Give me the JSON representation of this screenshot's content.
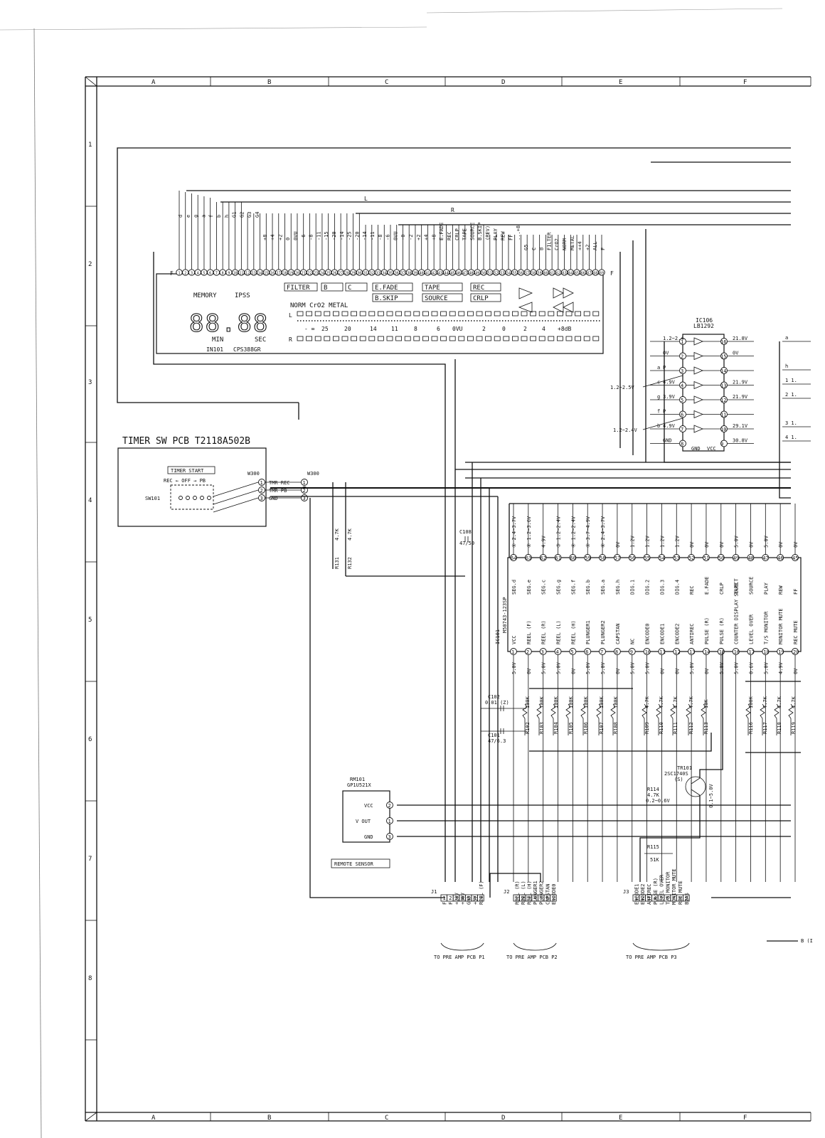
{
  "frame": {
    "columns": [
      "A",
      "B",
      "C",
      "D",
      "E",
      "F"
    ],
    "rows": [
      "1",
      "2",
      "3",
      "4",
      "5",
      "6",
      "7",
      "8"
    ]
  },
  "display": {
    "ref": "IN101",
    "part": "CPS388GR",
    "memory": "MEMORY",
    "ipss": "IPSS",
    "digits": "88.88",
    "min": "MIN",
    "sec": "SEC",
    "tape_types": "NORM CrO2 METAL",
    "boxes": [
      "FILTER",
      "B",
      "C",
      "E.FADE",
      "TAPE",
      "REC",
      "B.SKIP",
      "SOURCE",
      "CRLP"
    ],
    "level_scale": [
      "- ∞",
      "25",
      "20",
      "14",
      "11",
      "8",
      "6",
      "0VU",
      "2",
      "0",
      "2",
      "4",
      "+8dB"
    ],
    "l_label": "L",
    "r_label": "R",
    "f_label": "F",
    "pin_count": 69,
    "top_labels": [
      "d",
      "e",
      "g",
      "a",
      "f",
      "b",
      "h",
      "G1",
      "G2",
      "G3",
      "G4",
      "+8",
      "+4",
      "+2",
      "0",
      "0VU",
      "-6",
      "-8",
      "-11",
      "-15",
      "-20",
      "-14",
      "-25",
      "-20",
      "-14",
      "-11",
      "-8",
      "-6",
      "0VU",
      "-0",
      "-2",
      "+2",
      "+4",
      "+8",
      "E.FADE",
      "REC",
      "CRLP",
      "TAPE",
      "SOURCE",
      "B.SKIP",
      "(REV)",
      "PLAY",
      "REW",
      "FF",
      "...+8",
      "G5",
      "C",
      "B",
      "FILTER",
      "CrO2",
      "NORM",
      "METAL",
      "++4",
      "+2",
      "ALL",
      "F"
    ],
    "bus_labels": [
      "L",
      "R"
    ]
  },
  "ic106": {
    "ref": "IC106",
    "part": "LB1292",
    "gnd": "GND",
    "vcc": "VCC",
    "left_pins": [
      {
        "pin": "1",
        "net": "",
        "v": "1.2~2.4"
      },
      {
        "pin": "2",
        "net": "",
        "v": "0V"
      },
      {
        "pin": "3",
        "net": "a",
        "v": "P"
      },
      {
        "pin": "4",
        "net": "c",
        "v": "4.9V"
      },
      {
        "pin": "5",
        "net": "g",
        "v": "3.9V"
      },
      {
        "pin": "6",
        "net": "f",
        "v": "P"
      },
      {
        "pin": "7",
        "net": "b",
        "v": "4.9V"
      },
      {
        "pin": "8",
        "net": "",
        "v": "GND"
      }
    ],
    "right_pins": [
      {
        "pin": "16",
        "v": "21.8V"
      },
      {
        "pin": "15",
        "v": "0V"
      },
      {
        "pin": "14",
        "v": ""
      },
      {
        "pin": "13",
        "v": "21.9V"
      },
      {
        "pin": "12",
        "v": "21.9V"
      },
      {
        "pin": "11",
        "v": ""
      },
      {
        "pin": "10",
        "v": "29.1V"
      },
      {
        "pin": "9",
        "v": "30.8V"
      }
    ],
    "notes": [
      "1.2~2.5V",
      "1.2~2.4V"
    ],
    "edge_labels": [
      "a",
      "h",
      "1 1.",
      "2 1.",
      "3 1.",
      "4 1."
    ]
  },
  "timer": {
    "title": "TIMER SW PCB T2118A502B",
    "switch_title": "TIMER START",
    "switch_modes": "REC ← OFF → PB",
    "sw_ref": "SW101",
    "conn_ref": "W300",
    "signals": [
      "TMR REC",
      "TMR PB",
      "GND"
    ]
  },
  "resistors_left": [
    {
      "ref": "R131",
      "value": "4.7K"
    },
    {
      "ref": "R132",
      "value": "4.7K"
    }
  ],
  "cap_c108": {
    "ref": "C108",
    "value": "47/50"
  },
  "ic101": {
    "ref": "IC101",
    "part": "M50743-123SP",
    "top_pins": [
      {
        "pin": "64",
        "name": "SEG.d",
        "v": "① 2.4~3.7V"
      },
      {
        "pin": "63",
        "name": "SEG.e",
        "v": "② 1.2~3.6V"
      },
      {
        "pin": "62",
        "name": "SEG.c",
        "v": "4.9V"
      },
      {
        "pin": "61",
        "name": "SEG.g",
        "v": "③ 1.2~2.4V"
      },
      {
        "pin": "60",
        "name": "SEG.f",
        "v": "④ 1.2~2.4V"
      },
      {
        "pin": "59",
        "name": "SEG.b",
        "v": "⑤ 3.7~4.9V"
      },
      {
        "pin": "58",
        "name": "SEG.a",
        "v": "⑥ 2.4~3.7V"
      },
      {
        "pin": "57",
        "name": "SEG.h",
        "v": "0V"
      },
      {
        "pin": "56",
        "name": "DIG.1",
        "v": "1.2V"
      },
      {
        "pin": "55",
        "name": "DIG.2",
        "v": "1.2V"
      },
      {
        "pin": "54",
        "name": "DIG.3",
        "v": "1.2V"
      },
      {
        "pin": "53",
        "name": "DIG.4",
        "v": "1.2V"
      },
      {
        "pin": "52",
        "name": "REC",
        "v": "0V"
      },
      {
        "pin": "51",
        "name": "E.FADE",
        "v": "0V"
      },
      {
        "pin": "50",
        "name": "CRLP",
        "v": "0V"
      },
      {
        "pin": "49",
        "name": "TAPE",
        "v": "5.0V"
      },
      {
        "pin": "48",
        "name": "SOURCE",
        "v": "0V"
      },
      {
        "pin": "47",
        "name": "PLAY",
        "v": "5.0V"
      },
      {
        "pin": "46",
        "name": "REW",
        "v": "0V"
      },
      {
        "pin": "45",
        "name": "FF",
        "v": "0V"
      }
    ],
    "bottom_pins": [
      {
        "pin": "1",
        "name": "VCC",
        "v": "5.0V"
      },
      {
        "pin": "2",
        "name": "REEL (F)",
        "v": "0V"
      },
      {
        "pin": "3",
        "name": "REEL (R)",
        "v": "5.0V"
      },
      {
        "pin": "4",
        "name": "REEL (L)",
        "v": "5.0V"
      },
      {
        "pin": "5",
        "name": "REEL (H)",
        "v": "0V"
      },
      {
        "pin": "6",
        "name": "PLUNGER1",
        "v": "5.0V"
      },
      {
        "pin": "7",
        "name": "PLUNGER2",
        "v": "5.0V"
      },
      {
        "pin": "8",
        "name": "CAPSTAN",
        "v": "0V"
      },
      {
        "pin": "9",
        "name": "NC",
        "v": "5.0V"
      },
      {
        "pin": "10",
        "name": "ENCODE0",
        "v": "5.0V"
      },
      {
        "pin": "11",
        "name": "ENCODE1",
        "v": "0V"
      },
      {
        "pin": "12",
        "name": "ENCODE2",
        "v": "0V"
      },
      {
        "pin": "13",
        "name": "ANTIREC",
        "v": "5.0V"
      },
      {
        "pin": "14",
        "name": "PULSE (R)",
        "v": "0V"
      },
      {
        "pin": "15",
        "name": "PULSE (R)",
        "v": "5.0V"
      },
      {
        "pin": "16",
        "name": "COUNTER DISPLAY SELECT",
        "v": "5.0V"
      },
      {
        "pin": "17",
        "name": "LEVEL OVER",
        "v": "0.6V"
      },
      {
        "pin": "18",
        "name": "T/S MONITOR",
        "v": "5.0V"
      },
      {
        "pin": "19",
        "name": "MONITOR MUTE",
        "v": "4.9V"
      },
      {
        "pin": "20",
        "name": "REC MUTE",
        "v": "0V"
      }
    ]
  },
  "caps_bottom": [
    {
      "ref": "C102",
      "value": "0.01 (Z)"
    },
    {
      "ref": "C101",
      "value": "47/6.3"
    }
  ],
  "pullups": [
    {
      "ref": "R102",
      "value": "100K"
    },
    {
      "ref": "R103",
      "value": "100K"
    },
    {
      "ref": "R104",
      "value": "100K"
    },
    {
      "ref": "R105",
      "value": "100K"
    },
    {
      "ref": "R106",
      "value": "100K"
    },
    {
      "ref": "R107",
      "value": "100K"
    },
    {
      "ref": "R108",
      "value": "100K"
    },
    {
      "ref": "R109",
      "value": "4.7K"
    },
    {
      "ref": "R110",
      "value": "4.7K"
    },
    {
      "ref": "R111",
      "value": "4.7K"
    },
    {
      "ref": "R112",
      "value": "4.7K"
    },
    {
      "ref": "R113",
      "value": "10K"
    },
    {
      "ref": "R116",
      "value": "100K"
    },
    {
      "ref": "R117",
      "value": "4.7K"
    },
    {
      "ref": "R118",
      "value": "4.7K"
    },
    {
      "ref": "R119",
      "value": "4.7K"
    }
  ],
  "tr101": {
    "ref": "TR101",
    "part": "2SC1740S",
    "grade": "(S)",
    "r114": "R114",
    "r114_val": "4.7K",
    "vb": "0.2~0.6V",
    "vc": "0.1~5.0V",
    "r115": "R115",
    "r115_val": "51K"
  },
  "rm101": {
    "ref": "RM101",
    "part": "GP1U521X",
    "pins": [
      {
        "pin": "2",
        "name": "VCC"
      },
      {
        "pin": "1",
        "name": "V OUT"
      },
      {
        "pin": "3",
        "name": "GND"
      }
    ],
    "label": "REMOTE SENSOR"
  },
  "j1": {
    "ref": "J1",
    "pins": [
      "1",
      "2",
      "3",
      "4",
      "5",
      "6",
      "7"
    ],
    "signals": [
      "F",
      "F",
      "+20V",
      "+30V",
      "GND",
      "+5V",
      "REEL (F)"
    ],
    "to": "TO PRE AMP PCB P1"
  },
  "j2": {
    "ref": "J2",
    "pins": [
      "1",
      "2",
      "3",
      "4",
      "5",
      "6",
      "7"
    ],
    "signals": [
      "REEL (R)",
      "REEL (L)",
      "REEL (H)",
      "PLUNGER1",
      "PLUNGER2",
      "CAPSTAN",
      "ENCODE0"
    ],
    "to": "TO PRE AMP PCB P2"
  },
  "j3": {
    "ref": "J3",
    "pins": [
      "1",
      "2",
      "3",
      "4",
      "5",
      "6",
      "7",
      "8",
      "9"
    ],
    "signals": [
      "ENCODE1",
      "ENCODE2",
      "ANTIREC",
      "PULSE (R)",
      "LEVEL OVER",
      "T/S MONITOR",
      "MONITOR MUTE",
      "REC MUTE",
      "BIAS"
    ],
    "to": "TO PRE AMP PCB P3"
  },
  "edge_note": "B (I"
}
